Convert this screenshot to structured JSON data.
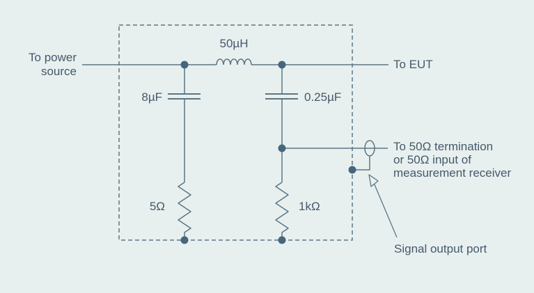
{
  "colors": {
    "background": "#e8f0ef",
    "stroke": "#5b7584",
    "junction_dot": "#47667e",
    "text": "#44596b"
  },
  "diagram": {
    "type": "circuit-schematic",
    "subject": "LISN network between power source and EUT",
    "terminals": {
      "power_source": {
        "line1": "To power",
        "line2": "source"
      },
      "eut": {
        "label": "To EUT"
      },
      "termination": {
        "line1": "To 50Ω termination",
        "line2": "or 50Ω input of",
        "line3": "measurement receiver"
      },
      "signal_output_port": {
        "label": "Signal output port"
      }
    },
    "components": {
      "inductor": {
        "type": "inductor",
        "label": "50µH"
      },
      "capacitor_left": {
        "type": "capacitor",
        "label": "8µF"
      },
      "capacitor_right": {
        "type": "capacitor",
        "label": "0.25µF"
      },
      "resistor_left": {
        "type": "resistor",
        "label": "5Ω"
      },
      "resistor_right": {
        "type": "resistor",
        "label": "1kΩ"
      }
    },
    "icons": {
      "connector": "bnc-connector-ellipse",
      "pointer": "open-arrowhead"
    }
  }
}
